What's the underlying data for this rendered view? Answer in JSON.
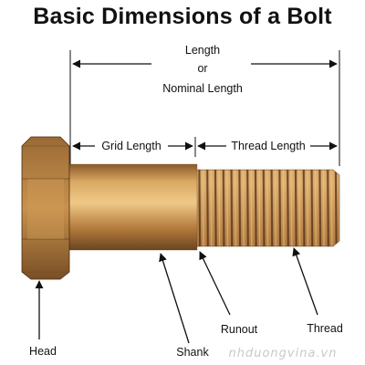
{
  "title": "Basic Dimensions of a Bolt",
  "labels": {
    "length_line1": "Length",
    "length_line2": "or",
    "length_line3": "Nominal Length",
    "grid_length": "Grid Length",
    "thread_length": "Thread Length",
    "head": "Head",
    "shank": "Shank",
    "runout": "Runout",
    "thread": "Thread"
  },
  "watermark": "nhduongvina.vn",
  "colors": {
    "bronze_light": "#dcae6a",
    "bronze_mid": "#b0783a",
    "bronze_dark": "#6b4420",
    "arrow": "#111111"
  }
}
